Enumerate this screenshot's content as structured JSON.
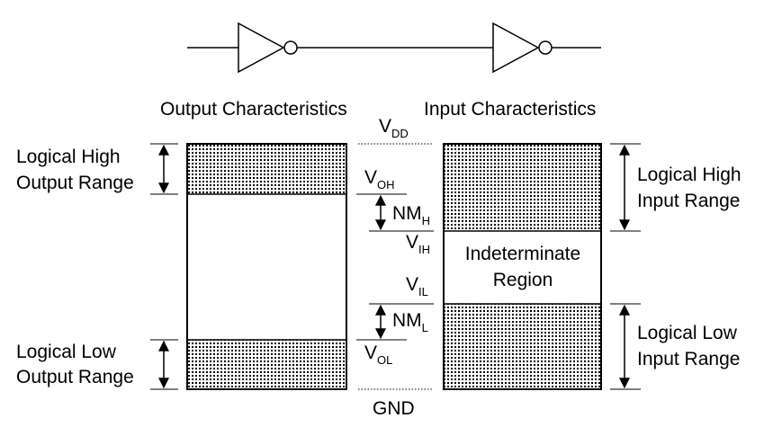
{
  "output_characteristics_title": "Output Characteristics",
  "input_characteristics_title": "Input Characteristics",
  "left_labels": {
    "logical_high_output": [
      "Logical High",
      "Output Range"
    ],
    "logical_low_output": [
      "Logical Low",
      "Output Range"
    ]
  },
  "right_labels": {
    "logical_high_input": [
      "Logical High",
      "Input Range"
    ],
    "logical_low_input": [
      "Logical Low",
      "Input Range"
    ],
    "indeterminate_region": [
      "Indeterminate",
      "Region"
    ]
  },
  "levels": {
    "vdd": {
      "main": "V",
      "sub": "DD"
    },
    "voh": {
      "main": "V",
      "sub": "OH"
    },
    "nmh": {
      "main": "NM",
      "sub": "H"
    },
    "vih": {
      "main": "V",
      "sub": "IH"
    },
    "vil": {
      "main": "V",
      "sub": "IL"
    },
    "nml": {
      "main": "NM",
      "sub": "L"
    },
    "vol": {
      "main": "V",
      "sub": "OL"
    },
    "gnd": "GND"
  },
  "colors": {
    "line": "#000000",
    "pattern_dot": "#000000",
    "background": "#ffffff"
  }
}
